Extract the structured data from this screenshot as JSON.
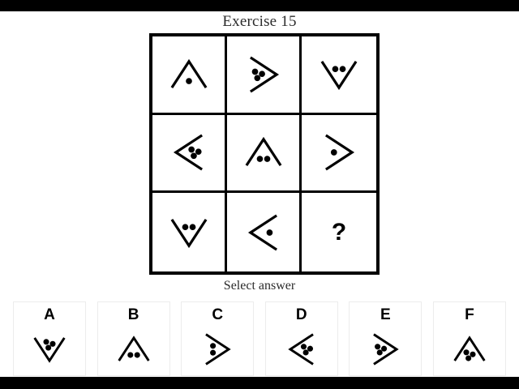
{
  "title": "Exercise 15",
  "prompt": "Select answer",
  "colors": {
    "stroke": "#000000",
    "background": "#ffffff",
    "letterbox": "#000000",
    "title_text": "#2b2b2b",
    "card_border": "#ececec"
  },
  "matrix": {
    "rows": 3,
    "cols": 3,
    "cells": [
      {
        "id": "r1c1",
        "figure": "chevron-up",
        "dots": 1,
        "dot_layout": "single"
      },
      {
        "id": "r1c2",
        "figure": "chevron-right",
        "dots": 3,
        "dot_layout": "cluster-3"
      },
      {
        "id": "r1c3",
        "figure": "chevron-down",
        "dots": 2,
        "dot_layout": "pair-horizontal"
      },
      {
        "id": "r2c1",
        "figure": "chevron-left",
        "dots": 3,
        "dot_layout": "cluster-3"
      },
      {
        "id": "r2c2",
        "figure": "chevron-up",
        "dots": 2,
        "dot_layout": "pair-horizontal"
      },
      {
        "id": "r2c3",
        "figure": "chevron-right",
        "dots": 1,
        "dot_layout": "single"
      },
      {
        "id": "r3c1",
        "figure": "chevron-down",
        "dots": 2,
        "dot_layout": "pair-horizontal"
      },
      {
        "id": "r3c2",
        "figure": "chevron-left",
        "dots": 1,
        "dot_layout": "single"
      },
      {
        "id": "r3c3",
        "figure": "question-mark",
        "dots": 0,
        "label": "?"
      }
    ]
  },
  "options": [
    {
      "letter": "A",
      "figure": "chevron-down",
      "dots": 3,
      "dot_layout": "cluster-3"
    },
    {
      "letter": "B",
      "figure": "chevron-up",
      "dots": 2,
      "dot_layout": "pair-horizontal"
    },
    {
      "letter": "C",
      "figure": "chevron-right",
      "dots": 2,
      "dot_layout": "pair-vertical"
    },
    {
      "letter": "D",
      "figure": "chevron-left",
      "dots": 3,
      "dot_layout": "cluster-3"
    },
    {
      "letter": "E",
      "figure": "chevron-right",
      "dots": 3,
      "dot_layout": "cluster-3"
    },
    {
      "letter": "F",
      "figure": "chevron-up",
      "dots": 3,
      "dot_layout": "cluster-3"
    }
  ]
}
